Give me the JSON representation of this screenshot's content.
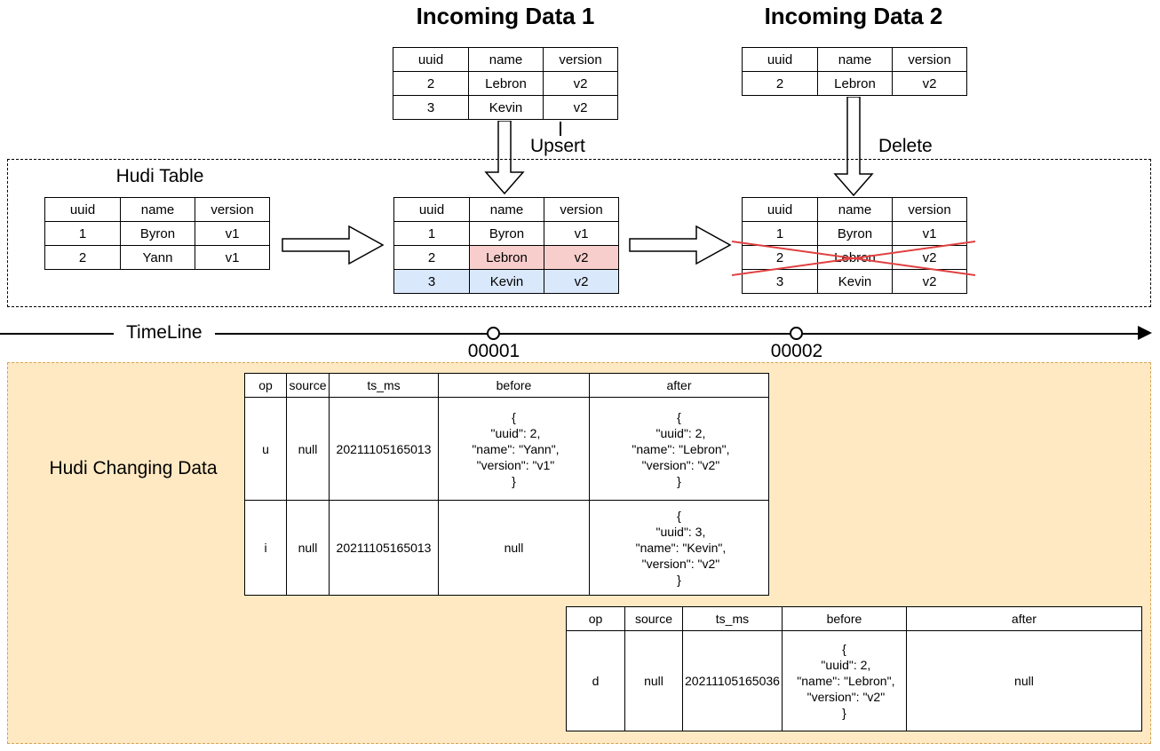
{
  "labels": {
    "incoming1_title": "Incoming Data 1",
    "incoming2_title": "Incoming Data 2",
    "hudi_table": "Hudi Table",
    "upsert": "Upsert",
    "delete": "Delete",
    "timeline": "TimeLine",
    "commit1": "00001",
    "commit2": "00002",
    "hudi_changing_data": "Hudi Changing Data"
  },
  "colors": {
    "updated_row_fill": "#f8cecc",
    "updated_row_border": "#b85450",
    "inserted_row_fill": "#dae8fc",
    "inserted_row_border": "#6c8ebf",
    "changing_box_fill": "#ffe9c3",
    "changing_box_border": "#d2a558",
    "delete_cross": "#e04040"
  },
  "incoming1": {
    "headers": [
      "uuid",
      "name",
      "version"
    ],
    "rows": [
      [
        "2",
        "Lebron",
        "v2"
      ],
      [
        "3",
        "Kevin",
        "v2"
      ]
    ]
  },
  "incoming2": {
    "headers": [
      "uuid",
      "name",
      "version"
    ],
    "rows": [
      [
        "2",
        "Lebron",
        "v2"
      ]
    ]
  },
  "hudi_initial": {
    "headers": [
      "uuid",
      "name",
      "version"
    ],
    "rows": [
      [
        "1",
        "Byron",
        "v1"
      ],
      [
        "2",
        "Yann",
        "v1"
      ]
    ]
  },
  "hudi_upserted": {
    "headers": [
      "uuid",
      "name",
      "version"
    ],
    "rows": [
      [
        "1",
        "Byron",
        "v1"
      ],
      [
        "2",
        "Lebron",
        "v2"
      ],
      [
        "3",
        "Kevin",
        "v2"
      ]
    ]
  },
  "hudi_deleted": {
    "headers": [
      "uuid",
      "name",
      "version"
    ],
    "rows": [
      [
        "1",
        "Byron",
        "v1"
      ],
      [
        "2",
        "Lebron",
        "v2"
      ],
      [
        "3",
        "Kevin",
        "v2"
      ]
    ]
  },
  "cdc1": {
    "headers": [
      "op",
      "source",
      "ts_ms",
      "before",
      "after"
    ],
    "rows": [
      {
        "op": "u",
        "source": "null",
        "ts_ms": "20211105165013",
        "before": "{\n \"uuid\": 2,\n \"name\": \"Yann\",\n \"version\": \"v1\"\n}",
        "after": "{\n \"uuid\": 2,\n \"name\": \"Lebron\",\n \"version\": \"v2\"\n}"
      },
      {
        "op": "i",
        "source": "null",
        "ts_ms": "20211105165013",
        "before": "null",
        "after": "{\n \"uuid\": 3,\n \"name\": \"Kevin\",\n \"version\": \"v2\"\n}"
      }
    ]
  },
  "cdc2": {
    "headers": [
      "op",
      "source",
      "ts_ms",
      "before",
      "after"
    ],
    "rows": [
      {
        "op": "d",
        "source": "null",
        "ts_ms": "20211105165036",
        "before": "{\n \"uuid\": 2,\n \"name\": \"Lebron\",\n \"version\": \"v2\"\n}",
        "after": "null"
      }
    ]
  }
}
